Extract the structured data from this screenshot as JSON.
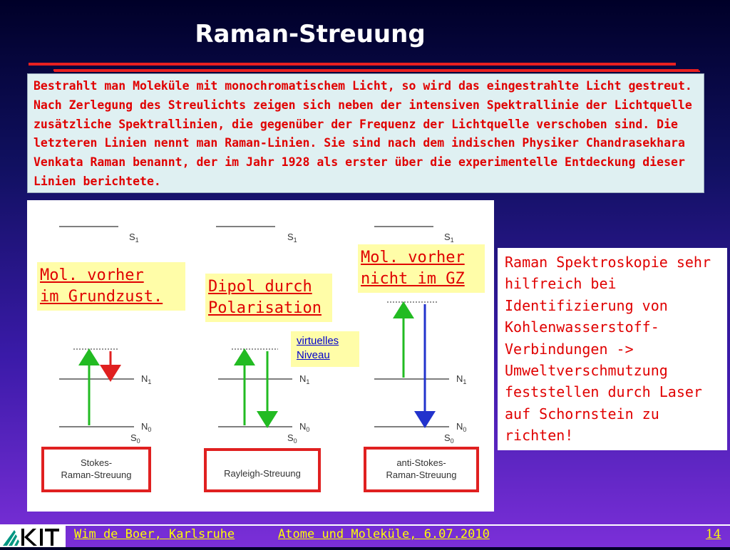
{
  "title": "Raman-Streuung",
  "intro": "Bestrahlt man Moleküle mit monochromatischem Licht, so wird das eingestrahlte Licht gestreut. Nach Zerlegung des Streulichts zeigen sich neben der  intensiven Spektrallinie der Lichtquelle zusätzliche Spektrallinien, die gegenüber der Frequenz der Lichtquelle verschoben sind. Die letzteren Linien nennt man Raman-Linien. Sie sind nach dem indischen Physiker Chandrasekhara Venkata Raman benannt, der im Jahr 1928 als erster über die experimentelle Entdeckung dieser Linien berichtete.",
  "diagram": {
    "level_S1": "S",
    "level_N1": "N",
    "level_N0": "N",
    "level_S0": "S",
    "sub_1": "1",
    "sub_0": "0",
    "box_stokes_line1": "Stokes-",
    "box_stokes_line2": "Raman-Streuung",
    "box_rayleigh": "Rayleigh-Streuung",
    "box_antistokes_line1": "anti-Stokes-",
    "box_antistokes_line2": "Raman-Streuung"
  },
  "labels": {
    "mol_ground_1": "Mol. vorher",
    "mol_ground_2": "im Grundzust.",
    "dipol_1": "Dipol durch",
    "dipol_2": "Polarisation",
    "mol_not_gz_1": "Mol. vorher",
    "mol_not_gz_2": "nicht im GZ",
    "virt_1": "virtuelles",
    "virt_2": "Niveau"
  },
  "side_text": "Raman Spektroskopie sehr hilfreich bei Identifizierung von Kohlenwasserstoff-Verbindungen  -> Umweltverschmutzung feststellen durch Laser auf Schornstein zu richten!",
  "footer": {
    "author": "Wim de Boer, Karlsruhe",
    "course": "Atome und Moleküle,  6.07.2010",
    "page": "14"
  },
  "colors": {
    "accent_red": "#e00000",
    "label_bg": "#fffda8",
    "footer_text": "#ffff00",
    "arrow_green": "#22bb22",
    "arrow_red": "#e02020",
    "arrow_blue": "#2233cc"
  }
}
